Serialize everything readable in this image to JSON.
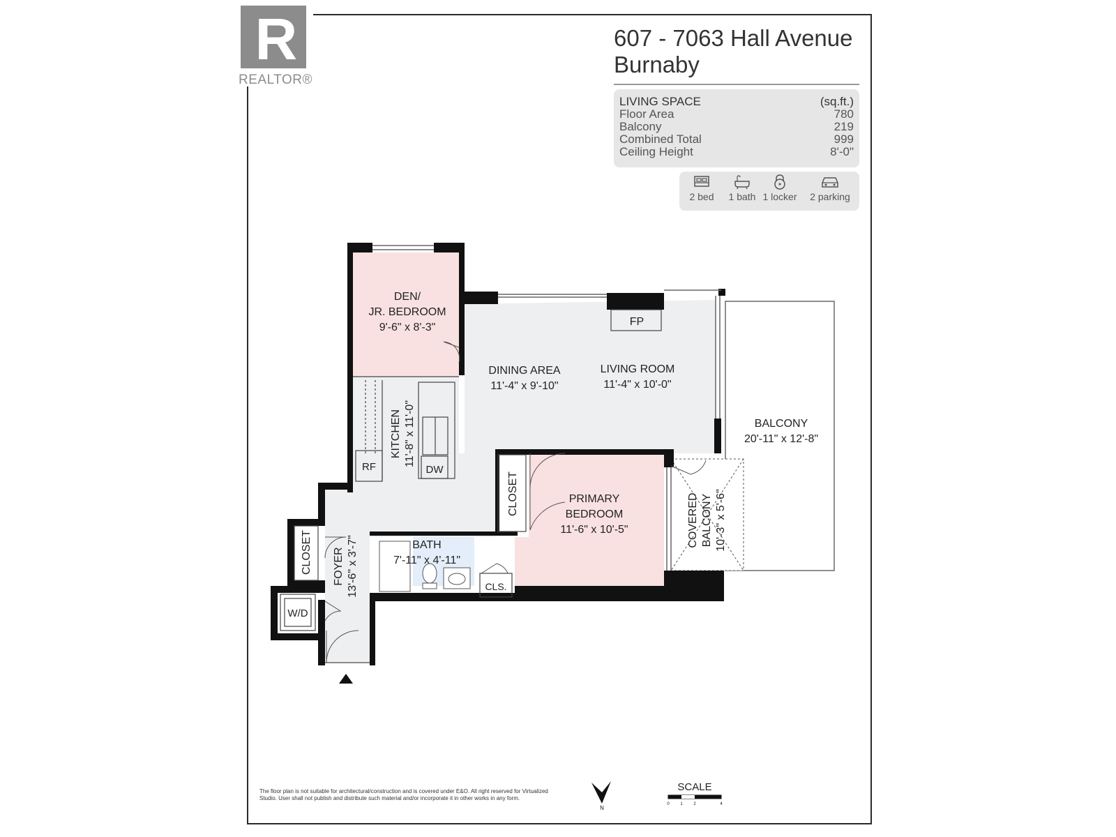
{
  "brand": {
    "logo_letter": "R",
    "logo_text": "REALTOR®"
  },
  "address": {
    "line1": "607 - 7063 Hall Avenue",
    "line2": "Burnaby"
  },
  "living_space": {
    "title": "LIVING SPACE",
    "unit": "(sq.ft.)",
    "rows": [
      {
        "label": "Floor Area",
        "value": "780"
      },
      {
        "label": "Balcony",
        "value": "219"
      },
      {
        "label": "Combined Total",
        "value": "999"
      },
      {
        "label": "Ceiling Height",
        "value": "8'-0\""
      }
    ]
  },
  "amenities": [
    {
      "icon": "bed-icon",
      "label": "2 bed"
    },
    {
      "icon": "bathtub-icon",
      "label": "1 bath"
    },
    {
      "icon": "lock-icon",
      "label": "1 locker"
    },
    {
      "icon": "car-icon",
      "label": "2 parking"
    }
  ],
  "rooms": {
    "den": {
      "name1": "DEN/",
      "name2": "JR. BEDROOM",
      "dims": "9'-6\" x 8'-3\""
    },
    "dining": {
      "name": "DINING AREA",
      "dims": "11'-4\" x 9'-10\""
    },
    "living": {
      "name": "LIVING ROOM",
      "dims": "11'-4\" x 10'-0\""
    },
    "balcony": {
      "name": "BALCONY",
      "dims": "20'-11\" x 12'-8\""
    },
    "kitchen": {
      "name": "KITCHEN",
      "dims": "11'-8\" x 11'-0\""
    },
    "primary": {
      "name1": "PRIMARY",
      "name2": "BEDROOM",
      "dims": "11'-6\" x 10'-5\""
    },
    "covered": {
      "name1": "COVERED",
      "name2": "BALCONY",
      "dims": "10'-3\" x 5'-6\""
    },
    "bath": {
      "name": "BATH",
      "dims": "7'-11\" x 4'-11\""
    },
    "foyer": {
      "name": "FOYER",
      "dims": "13'-6\" x 3'-7\""
    },
    "closet_bed": "CLOSET",
    "closet_foyer": "CLOSET",
    "cls": "CLS.",
    "wd": "W/D",
    "rf": "RF",
    "dw": "DW",
    "fp": "FP"
  },
  "colors": {
    "bedroom_fill": "#f9e1e1",
    "common_fill": "#eeeff1",
    "bath_fill": "#e3eefa",
    "wall": "#111111"
  },
  "disclaimer": "The floor plan is not suitable for architectural/construction and is covered under E&O. All right reserved for Virtualized Studio. User shall not publish and distribute such material and/or incorporate it in other works in any form.",
  "compass": {
    "label": "N"
  },
  "scale": {
    "title": "SCALE",
    "ticks": [
      "0",
      "1",
      "2",
      "4"
    ]
  }
}
